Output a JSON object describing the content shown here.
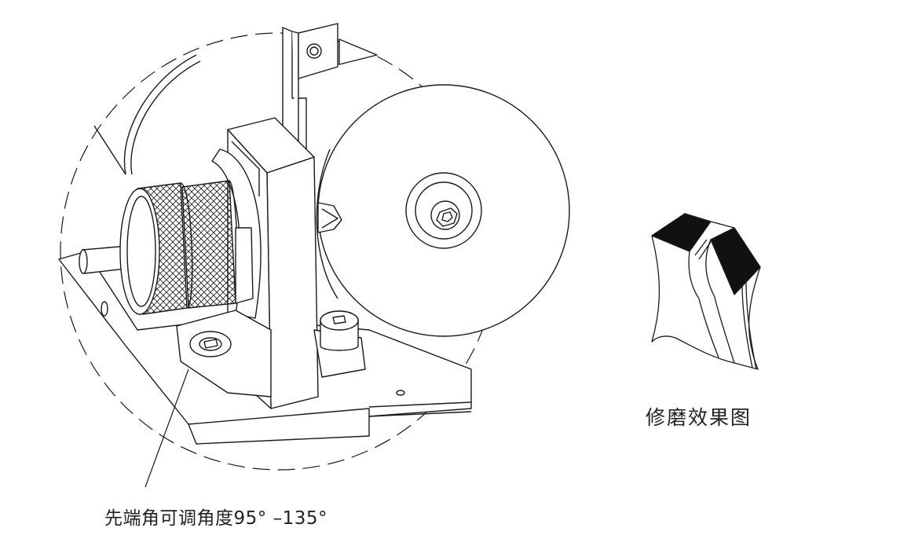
{
  "labels": {
    "angle_label": "先端角可调角度95°  –135°",
    "result_label": "修磨效果图"
  },
  "colors": {
    "line": "#1a1a1a",
    "background": "#ffffff",
    "fill_dark": "#111111",
    "fill_light": "#ffffff"
  },
  "icons": {
    "machine": "grinding-fixture-drawing",
    "bit": "drill-bit-tip-drawing"
  }
}
